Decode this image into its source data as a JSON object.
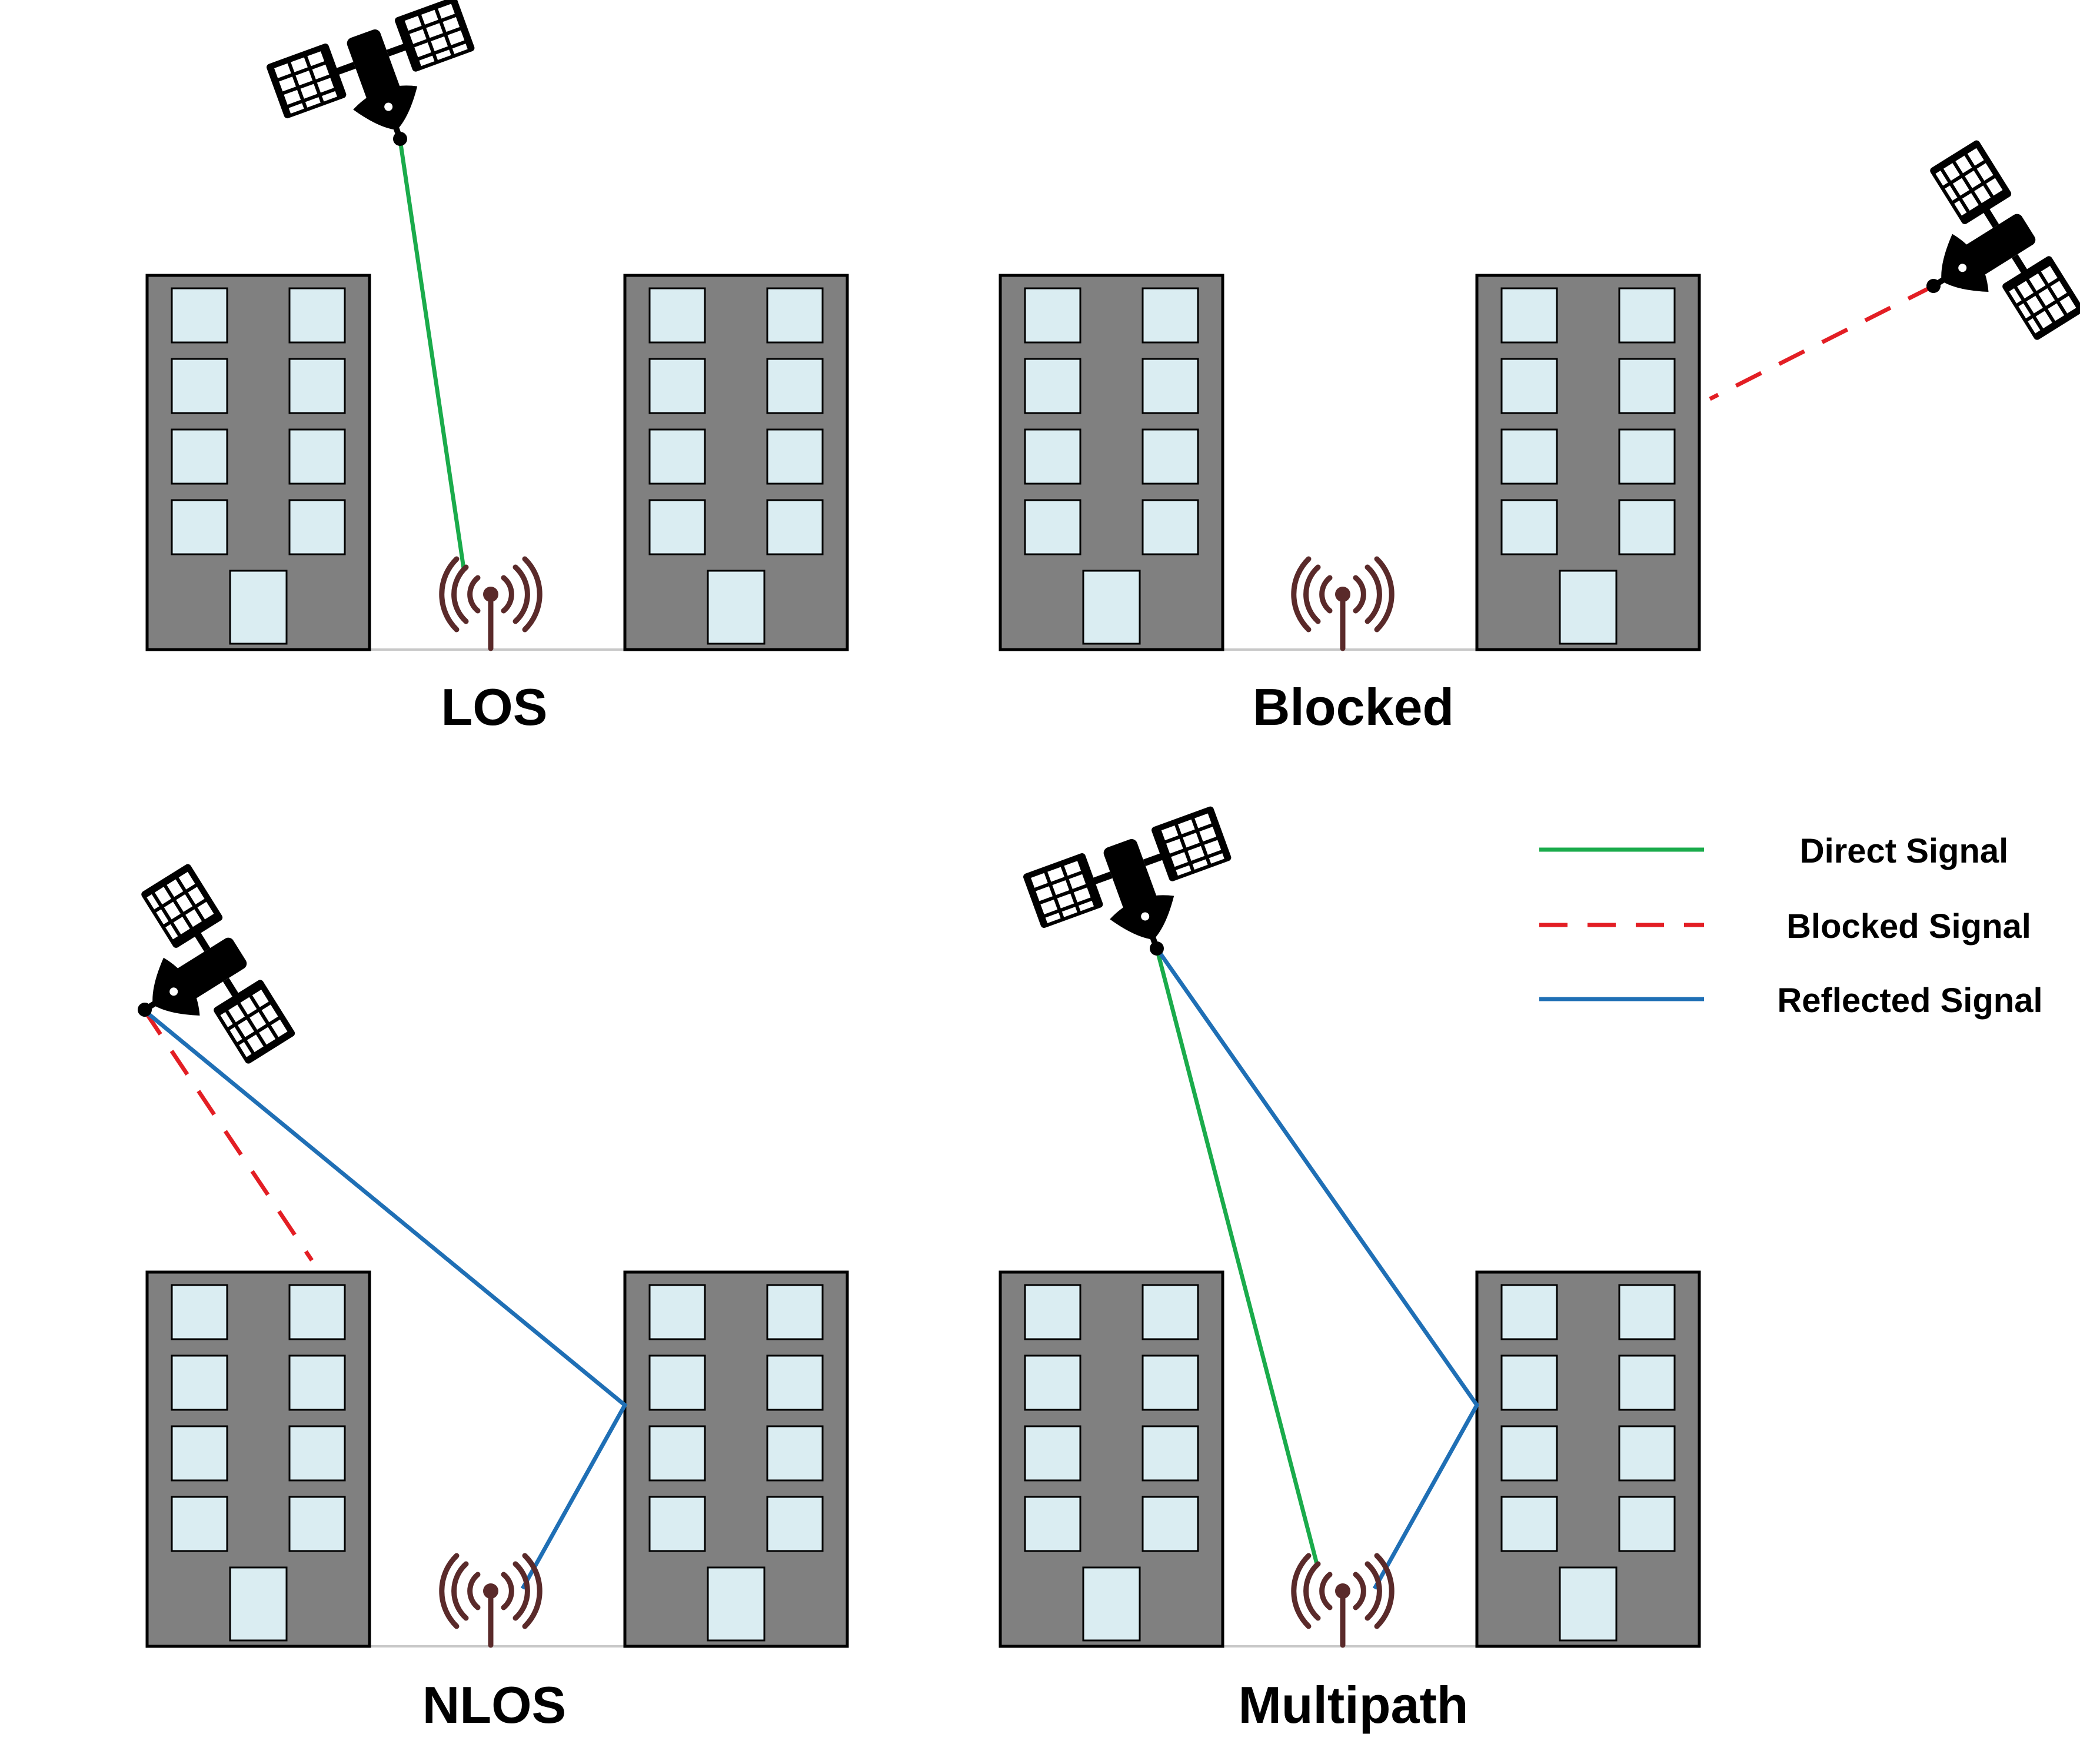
{
  "panels": [
    {
      "caption": "LOS"
    },
    {
      "caption": "Blocked"
    },
    {
      "caption": "NLOS"
    },
    {
      "caption": "Multipath"
    }
  ],
  "legend": {
    "direct": "Direct Signal",
    "blocked": "Blocked Signal",
    "reflected": "Reflected Signal"
  },
  "colors": {
    "direct": "#1aab4b",
    "blocked": "#e31e24",
    "reflected": "#1f6fb5",
    "building": "#808080",
    "window": "#daedf2",
    "antenna": "#5a2a2a",
    "satellite": "#000000"
  },
  "icons": [
    "satellite-icon",
    "antenna-icon",
    "building-icon"
  ]
}
